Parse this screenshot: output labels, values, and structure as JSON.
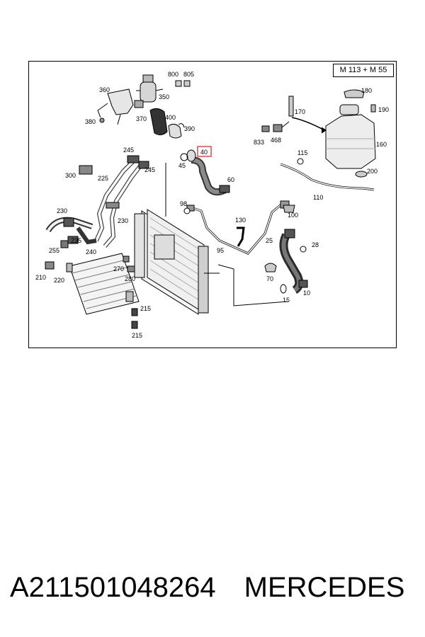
{
  "diagram": {
    "engine_variant": "M 113 + M 55",
    "highlighted_part": "40",
    "parts": [
      {
        "id": "p800",
        "label": "800"
      },
      {
        "id": "p805",
        "label": "805"
      },
      {
        "id": "p360",
        "label": "360"
      },
      {
        "id": "p350",
        "label": "350"
      },
      {
        "id": "p380",
        "label": "380"
      },
      {
        "id": "p370",
        "label": "370"
      },
      {
        "id": "p400",
        "label": "400"
      },
      {
        "id": "p390",
        "label": "390"
      },
      {
        "id": "p245a",
        "label": "245"
      },
      {
        "id": "p245b",
        "label": "245"
      },
      {
        "id": "p225",
        "label": "225"
      },
      {
        "id": "p300",
        "label": "300"
      },
      {
        "id": "p230a",
        "label": "230"
      },
      {
        "id": "p230b",
        "label": "230"
      },
      {
        "id": "p235",
        "label": "235"
      },
      {
        "id": "p255",
        "label": "255"
      },
      {
        "id": "p240",
        "label": "240"
      },
      {
        "id": "p210",
        "label": "210"
      },
      {
        "id": "p220",
        "label": "220"
      },
      {
        "id": "p270",
        "label": "270"
      },
      {
        "id": "p280",
        "label": "280"
      },
      {
        "id": "p215a",
        "label": "215"
      },
      {
        "id": "p215b",
        "label": "215"
      },
      {
        "id": "p45",
        "label": "45"
      },
      {
        "id": "p40",
        "label": "40"
      },
      {
        "id": "p60",
        "label": "60"
      },
      {
        "id": "p98",
        "label": "98"
      },
      {
        "id": "p95",
        "label": "95"
      },
      {
        "id": "p130",
        "label": "130"
      },
      {
        "id": "p100",
        "label": "100"
      },
      {
        "id": "p25",
        "label": "25"
      },
      {
        "id": "p28",
        "label": "28"
      },
      {
        "id": "p70",
        "label": "70"
      },
      {
        "id": "p15",
        "label": "15"
      },
      {
        "id": "p10",
        "label": "10"
      },
      {
        "id": "p170",
        "label": "170"
      },
      {
        "id": "p180",
        "label": "180"
      },
      {
        "id": "p190",
        "label": "190"
      },
      {
        "id": "p833",
        "label": "833"
      },
      {
        "id": "p468",
        "label": "468"
      },
      {
        "id": "p160",
        "label": "160"
      },
      {
        "id": "p115",
        "label": "115"
      },
      {
        "id": "p200",
        "label": "200"
      },
      {
        "id": "p110",
        "label": "110"
      }
    ]
  },
  "product": {
    "part_number": "A211501048264",
    "brand": "MERCEDES"
  }
}
